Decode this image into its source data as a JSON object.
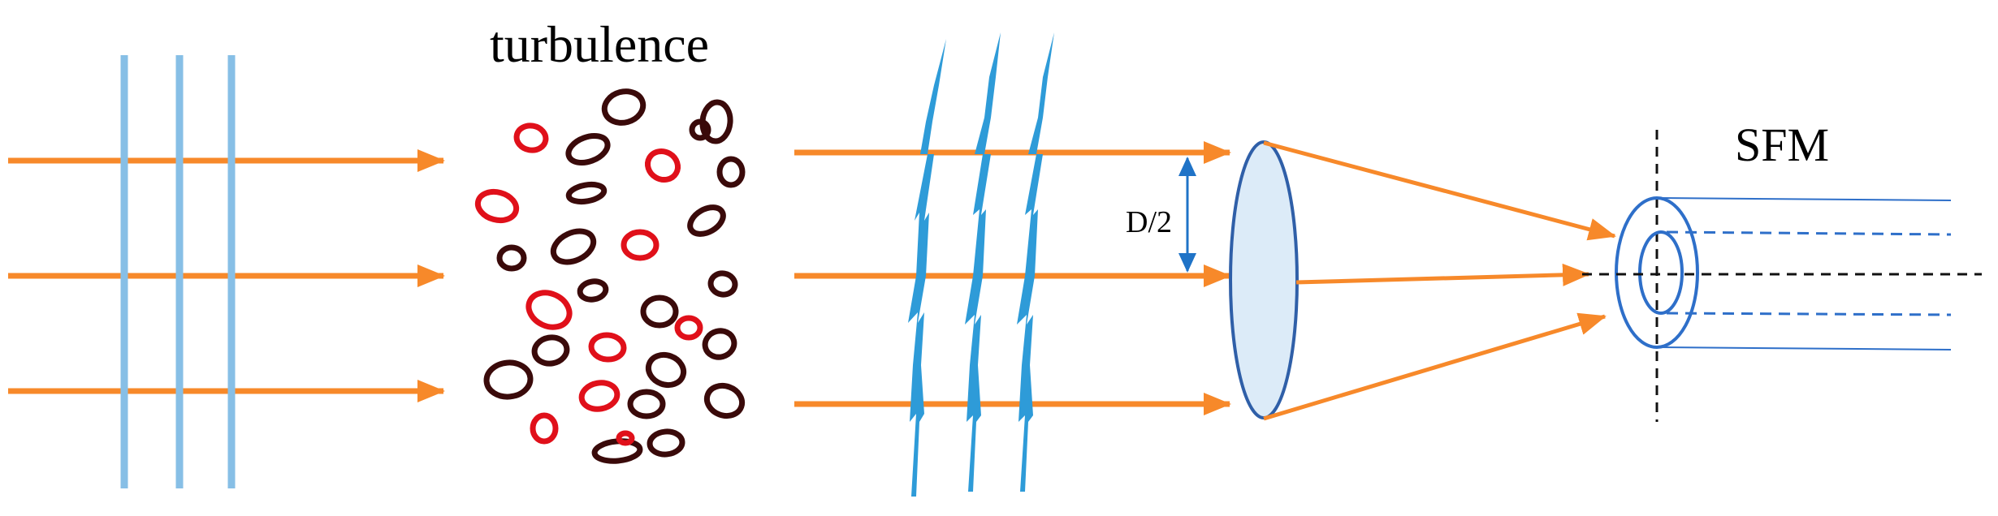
{
  "labels": {
    "turbulence": "turbulence",
    "distance": "D/2",
    "fiber": "SFM"
  },
  "colors": {
    "beam": "#F7892A",
    "wavefront": "#87BFE6",
    "distorted_wavefront": "#2E9BD8",
    "dimension_arrow": "#1F73C7",
    "lens_fill": "#DCEBF8",
    "lens_stroke": "#2F5FA8",
    "fiber": "#2E6FC9",
    "eddy_dark": "#3A0A0A",
    "eddy_red": "#E0101A"
  },
  "components": {
    "incoming_beams": 3,
    "plane_wavefronts": 3,
    "distorted_wavefronts": 3,
    "focused_rays": 3,
    "lens": "lens",
    "fiber_end_face": "fiber-end-face",
    "turbulence_eddies": 30
  }
}
